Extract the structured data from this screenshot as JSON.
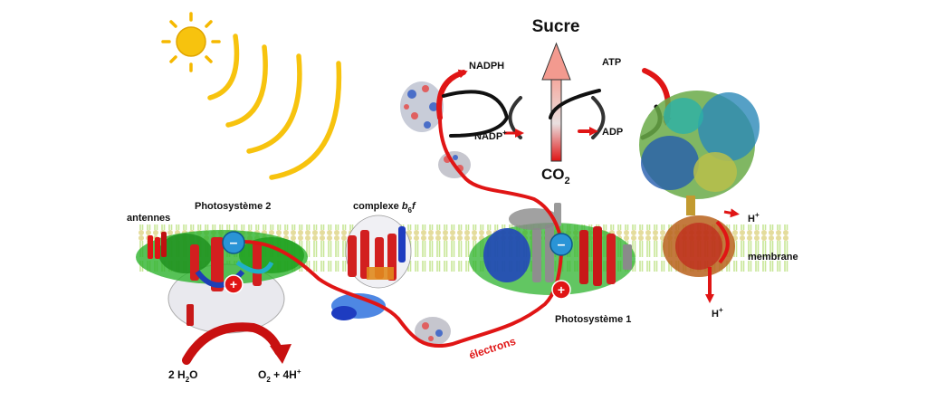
{
  "labels": {
    "sucre": "Sucre",
    "nadph": "NADPH",
    "nadp_base": "NADP",
    "nadp_sup": "+",
    "atp": "ATP",
    "adp": "ADP",
    "co2_base": "CO",
    "co2_sub": "2",
    "antennes": "antennes",
    "ps2": "Photosystème 2",
    "b6f_prefix": "complexe ",
    "b6f_b": "b",
    "b6f_sub": "6",
    "b6f_f": "f",
    "proton_top_base": "H",
    "proton_top_sup": "+",
    "membrane": "membrane",
    "proton_bottom_base": "H",
    "proton_bottom_sup": "+",
    "ps1": "Photosystème 1",
    "electrons": "électrons",
    "water_prefix": "2 H",
    "water_sub": "2",
    "water_suffix": "O",
    "oxygen_prefix": "O",
    "oxygen_sub": "2",
    "oxygen_suffix": " + 4H",
    "oxygen_sup": "+",
    "minus": "–",
    "plus": "+"
  },
  "colors": {
    "electron_path": "#e01515",
    "sun": "#f7c30e",
    "light_waves": "#f7c30e",
    "membrane_lipids": "#cfe89a",
    "membrane_heads": "#e2d99a",
    "electron_badge": "#2a94d6",
    "hole_badge": "#e01515",
    "sugar_arrow_top": "#f39a8f",
    "sugar_arrow_bottom": "#e01515"
  }
}
